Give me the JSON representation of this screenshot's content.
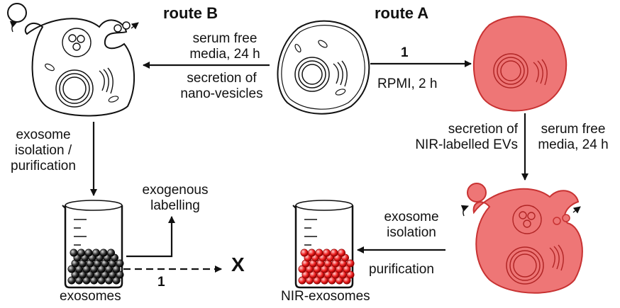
{
  "routes": {
    "route_b": "route B",
    "route_a": "route A"
  },
  "labels": {
    "b_serum_line1": "serum free",
    "b_serum_line2": "media, 24 h",
    "b_secretion_line1": "secretion of",
    "b_secretion_line2": "nano-vesicles",
    "a_step_number": "1",
    "a_medium": "RPMI, 2 h",
    "a_secretion_line1": "secretion of",
    "a_secretion_line2": "NIR-labelled EVs",
    "a_serum_line1": "serum free",
    "a_serum_line2": "media, 24 h",
    "b_isolation_line1": "exosome",
    "b_isolation_line2": "isolation /",
    "b_isolation_line3": "purification",
    "exo_labelling_line1": "exogenous",
    "exo_labelling_line2": "labelling",
    "dashed_step_number": "1",
    "blocked_mark": "X",
    "a_isolation_line1": "exosome",
    "a_isolation_line2": "isolation",
    "a_purification": "purification",
    "beaker_left_caption": "exosomes",
    "beaker_right_caption": "NIR-exosomes"
  },
  "colors": {
    "nir_fill": "#ee7676",
    "nir_stroke": "#c83232",
    "ink": "#111111"
  }
}
